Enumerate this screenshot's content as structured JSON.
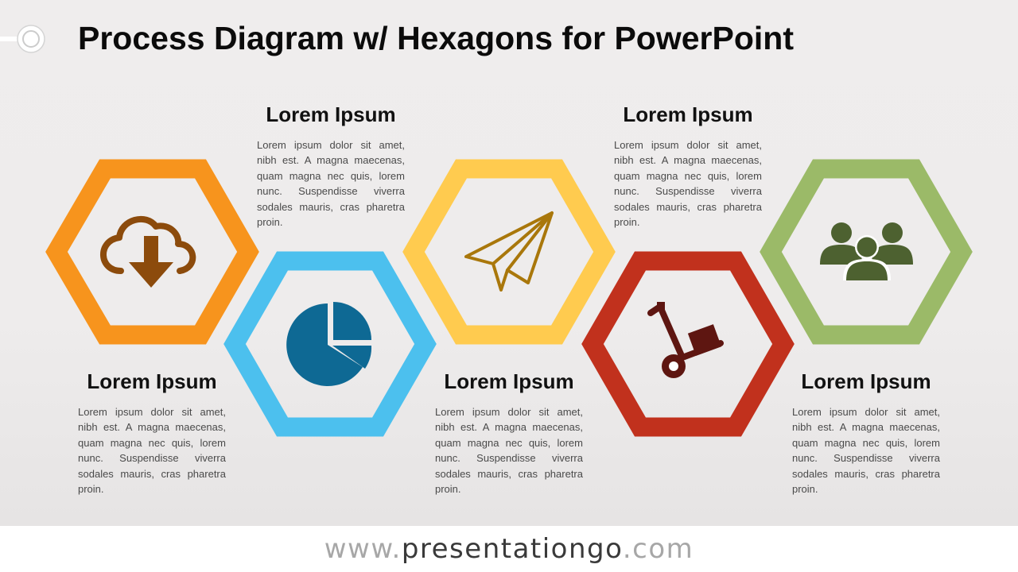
{
  "title": "Process Diagram w/ Hexagons for PowerPoint",
  "steps": [
    {
      "title": "Lorem Ipsum",
      "body": "Lorem ipsum dolor sit amet, nibh est. A magna maecenas, quam magna nec quis, lorem nunc. Suspendisse viverra sodales mauris, cras pharetra proin.",
      "color": "#F7941D",
      "icon_color": "#8C4B0C",
      "icon": "cloud-download-icon"
    },
    {
      "title": "Lorem Ipsum",
      "body": "Lorem ipsum dolor sit amet, nibh est. A magna maecenas, quam magna nec quis, lorem nunc. Suspendisse viverra sodales mauris, cras pharetra proin.",
      "color": "#4CC0EE",
      "icon_color": "#0E6994",
      "icon": "pie-chart-icon"
    },
    {
      "title": "Lorem Ipsum",
      "body": "Lorem ipsum dolor sit amet, nibh est. A magna maecenas, quam magna nec quis, lorem nunc. Suspendisse viverra sodales mauris, cras pharetra proin.",
      "color": "#FFCB4F",
      "icon_color": "#A9770B",
      "icon": "paper-plane-icon"
    },
    {
      "title": "Lorem Ipsum",
      "body": "Lorem ipsum dolor sit amet, nibh est. A magna maecenas, quam magna nec quis, lorem nunc. Suspendisse viverra sodales mauris, cras pharetra proin.",
      "color": "#C1311D",
      "icon_color": "#5E1611",
      "icon": "hand-truck-icon"
    },
    {
      "title": "Lorem Ipsum",
      "body": "Lorem ipsum dolor sit amet, nibh est. A magna maecenas, quam magna nec quis, lorem nunc. Suspendisse viverra sodales mauris, cras pharetra proin.",
      "color": "#9BBA68",
      "icon_color": "#4D6130",
      "icon": "group-icon"
    }
  ],
  "footer": {
    "prefix": "www.",
    "brand": "presentationgo",
    "suffix": ".com"
  }
}
